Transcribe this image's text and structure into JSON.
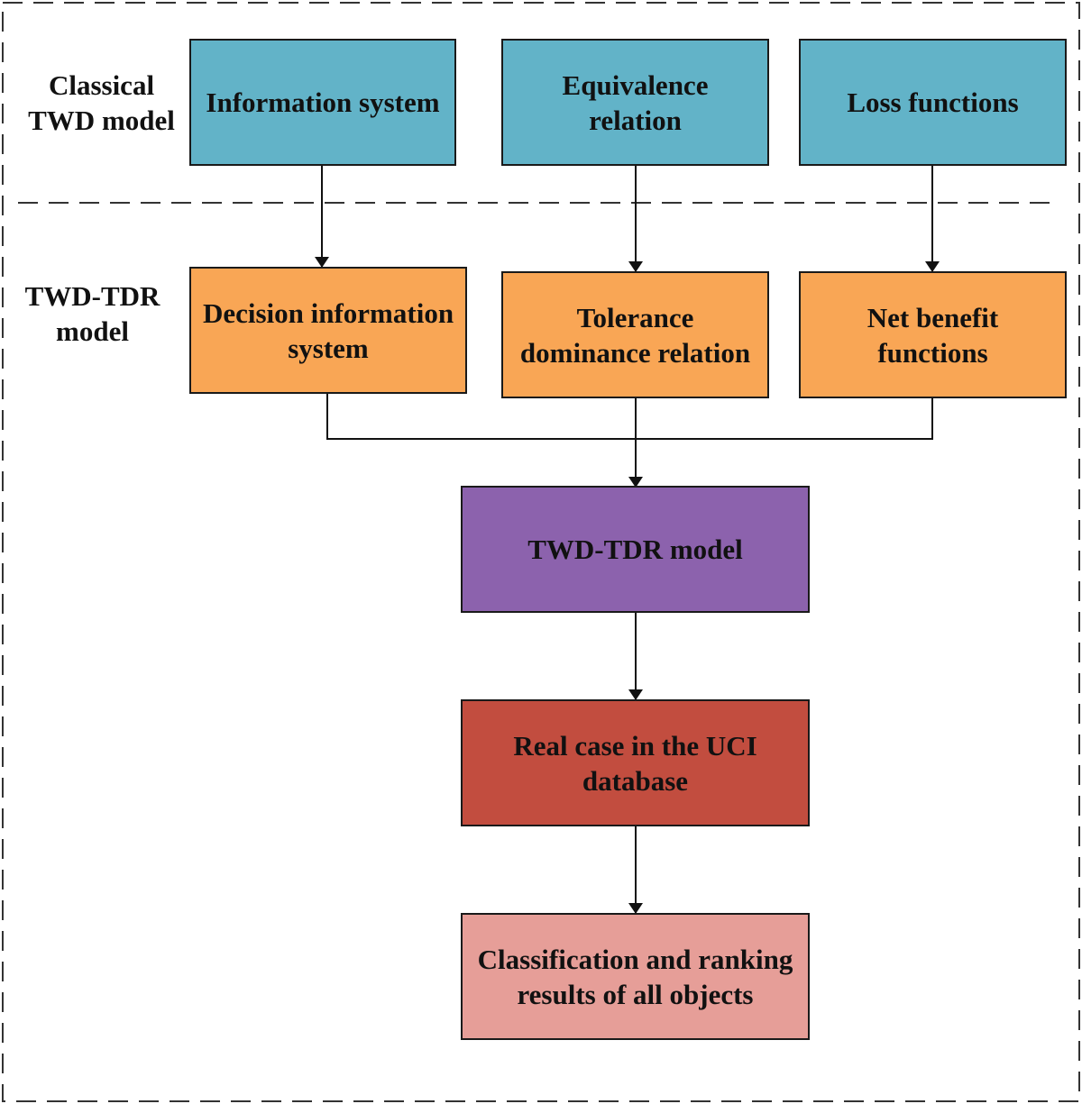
{
  "colors": {
    "classical": "#62b3c8",
    "tdr": "#f9a655",
    "model": "#8c62ad",
    "case": "#c24d3f",
    "result": "#e69e98",
    "stroke": "#1a1a1a",
    "dash": "#333333"
  },
  "groups": {
    "classical": {
      "label": [
        "Classical",
        "TWD model"
      ]
    },
    "tdr": {
      "label": [
        "TWD-TDR",
        "model"
      ]
    }
  },
  "nodes": {
    "information_system": [
      "Information system"
    ],
    "equivalence_relation": [
      "Equivalence",
      "relation"
    ],
    "loss_functions": [
      "Loss functions"
    ],
    "decision_information_system": [
      "Decision information",
      "system"
    ],
    "tolerance_dominance_relation": [
      "Tolerance",
      "dominance relation"
    ],
    "net_benefit_functions": [
      "Net benefit",
      "functions"
    ],
    "twd_tdr_model": [
      "TWD-TDR model"
    ],
    "real_case": [
      "Real case in the UCI",
      "database"
    ],
    "classification_results": [
      "Classification and ranking",
      "results of all objects"
    ]
  },
  "edges": [
    {
      "from": "information_system",
      "to": "decision_information_system"
    },
    {
      "from": "equivalence_relation",
      "to": "tolerance_dominance_relation"
    },
    {
      "from": "loss_functions",
      "to": "net_benefit_functions"
    },
    {
      "from": "decision_information_system",
      "to": "twd_tdr_model"
    },
    {
      "from": "tolerance_dominance_relation",
      "to": "twd_tdr_model"
    },
    {
      "from": "net_benefit_functions",
      "to": "twd_tdr_model"
    },
    {
      "from": "twd_tdr_model",
      "to": "real_case"
    },
    {
      "from": "real_case",
      "to": "classification_results"
    }
  ]
}
